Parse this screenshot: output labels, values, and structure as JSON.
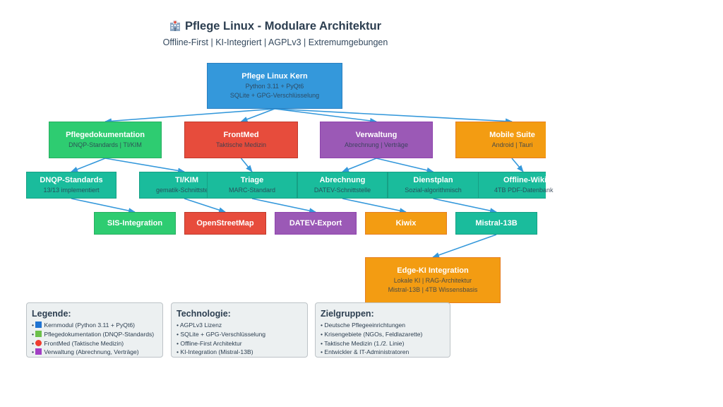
{
  "header": {
    "icon": "hospital-icon",
    "title": "Pflege Linux - Modulare Architektur",
    "subtitle": "Offline-First | KI-Integriert | AGPLv3 | Extremumgebungen"
  },
  "colors": {
    "core": "#3498db",
    "pflege": "#2ecc71",
    "frontmed": "#e74c3c",
    "verwaltung": "#9b59b6",
    "mobile": "#f39c12",
    "module": "#1abc9c",
    "arrow": "#3498db"
  },
  "nodes": {
    "core": {
      "title": "Pflege Linux Kern",
      "lines": [
        "Python 3.11 + PyQt6",
        "SQLite + GPG-Verschlüsselung"
      ]
    },
    "pflegedoku": {
      "title": "Pflegedokumentation",
      "lines": [
        "DNQP-Standards | TI/KIM"
      ]
    },
    "frontmed": {
      "title": "FrontMed",
      "lines": [
        "Taktische Medizin"
      ]
    },
    "verwaltung": {
      "title": "Verwaltung",
      "lines": [
        "Abrechnung | Verträge"
      ]
    },
    "mobile": {
      "title": "Mobile Suite",
      "lines": [
        "Android | Tauri"
      ]
    },
    "dnqp": {
      "title": "DNQP-Standards",
      "lines": [
        "13/13 implementiert"
      ]
    },
    "tikim": {
      "title": "TI/KIM",
      "lines": [
        "gematik-Schnittstelle"
      ]
    },
    "triage": {
      "title": "Triage",
      "lines": [
        "MARC-Standard"
      ]
    },
    "abrechnung": {
      "title": "Abrechnung",
      "lines": [
        "DATEV-Schnittstelle"
      ]
    },
    "dienstplan": {
      "title": "Dienstplan",
      "lines": [
        "Sozial-algorithmisch"
      ]
    },
    "wiki": {
      "title": "Offline-Wiki",
      "lines": [
        "4TB PDF-Datenbank"
      ]
    },
    "sis": {
      "title": "SIS-Integration"
    },
    "osm": {
      "title": "OpenStreetMap"
    },
    "datev": {
      "title": "DATEV-Export"
    },
    "kiwix": {
      "title": "Kiwix"
    },
    "mistral": {
      "title": "Mistral-13B"
    },
    "edgeki": {
      "title": "Edge-KI Integration",
      "lines": [
        "Lokale KI | RAG-Architektur",
        "Mistral-13B | 4TB Wissensbasis"
      ]
    }
  },
  "edges": [
    [
      "core",
      "pflegedoku"
    ],
    [
      "core",
      "frontmed"
    ],
    [
      "core",
      "verwaltung"
    ],
    [
      "core",
      "mobile"
    ],
    [
      "pflegedoku",
      "dnqp"
    ],
    [
      "pflegedoku",
      "tikim"
    ],
    [
      "frontmed",
      "triage"
    ],
    [
      "verwaltung",
      "abrechnung"
    ],
    [
      "verwaltung",
      "dienstplan"
    ],
    [
      "mobile",
      "wiki"
    ],
    [
      "dnqp",
      "sis"
    ],
    [
      "tikim",
      "osm"
    ],
    [
      "triage",
      "datev"
    ],
    [
      "abrechnung",
      "kiwix"
    ],
    [
      "dienstplan",
      "mistral"
    ],
    [
      "mistral",
      "edgeki"
    ]
  ],
  "panels": {
    "legend": {
      "title": "Legende:",
      "items": [
        {
          "swatch": "blue-square",
          "color": "#1e73d2",
          "text": "Kernmodul (Python 3.11 + PyQt6)"
        },
        {
          "swatch": "green-square",
          "color": "#6cc04a",
          "text": "Pflegedokumentation (DNQP-Standards)"
        },
        {
          "swatch": "red-circle",
          "color": "#f03c2e",
          "text": "FrontMed (Taktische Medizin)"
        },
        {
          "swatch": "purple-square",
          "color": "#a23fc4",
          "text": "Verwaltung (Abrechnung, Verträge)"
        }
      ]
    },
    "technology": {
      "title": "Technologie:",
      "items": [
        "AGPLv3 Lizenz",
        "SQLite + GPG-Verschlüsselung",
        "Offline-First Architektur",
        "KI-Integration (Mistral-13B)"
      ]
    },
    "audience": {
      "title": "Zielgruppen:",
      "items": [
        "Deutsche Pflegeeinrichtungen",
        "Krisengebiete (NGOs, Feldlazarette)",
        "Taktische Medizin (1./2. Linie)",
        "Entwickler & IT-Administratoren"
      ]
    }
  }
}
